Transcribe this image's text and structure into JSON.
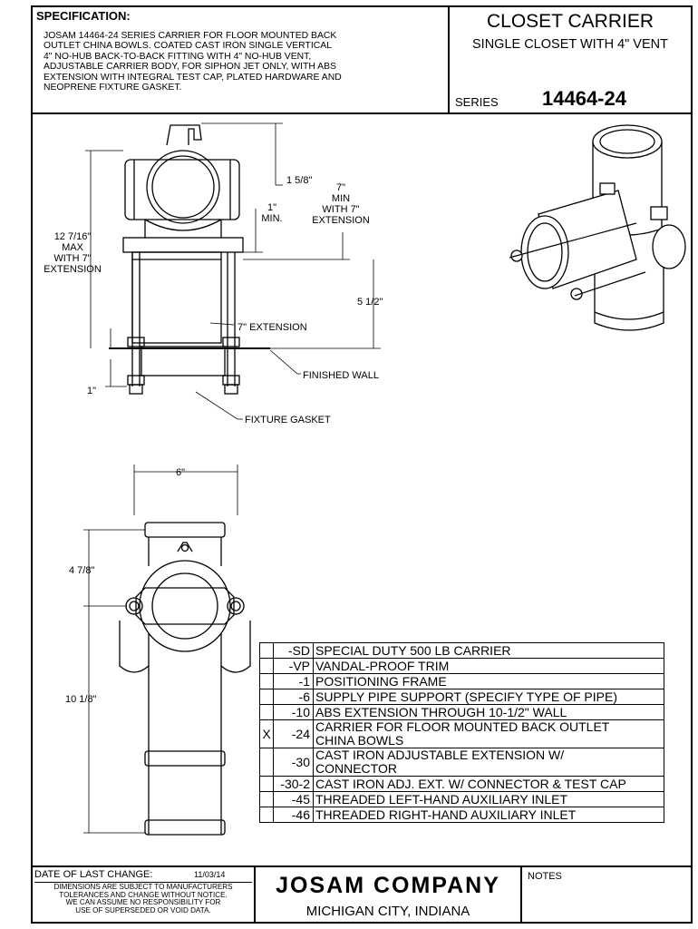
{
  "spec": {
    "title": "SPECIFICATION:",
    "lines": [
      "JOSAM 14464-24 SERIES CARRIER FOR FLOOR MOUNTED BACK",
      "OUTLET CHINA BOWLS. COATED CAST IRON SINGLE VERTICAL",
      "4\" NO-HUB BACK-TO-BACK FITTING WITH 4\" NO-HUB VENT,",
      "ADJUSTABLE CARRIER BODY, FOR SIPHON JET ONLY, WITH ABS",
      "EXTENSION WITH INTEGRAL TEST CAP, PLATED HARDWARE AND",
      "NEOPRENE FIXTURE GASKET."
    ]
  },
  "header": {
    "title": "CLOSET CARRIER",
    "subtitle": "SINGLE CLOSET WITH 4\" VENT",
    "series_label": "SERIES",
    "series_number": "14464-24"
  },
  "dimensions": {
    "d1": "1 5/8\"",
    "d2": [
      "7\"",
      "MIN",
      "WITH 7\"",
      "EXTENSION"
    ],
    "d3": [
      "1\"",
      "MIN."
    ],
    "d4": [
      "12 7/16\"",
      "MAX",
      "WITH 7\"",
      "EXTENSION"
    ],
    "d5": "5 1/2\"",
    "d6": "7\" EXTENSION",
    "d7": "FINISHED WALL",
    "d8": "1\"",
    "d9": "FIXTURE GASKET",
    "d10": "6\"",
    "d11": "4 7/8\"",
    "d12": "10 1/8\""
  },
  "options": [
    {
      "x": "",
      "code": "-SD",
      "desc": [
        "SPECIAL DUTY 500 LB CARRIER"
      ]
    },
    {
      "x": "",
      "code": "-VP",
      "desc": [
        "VANDAL-PROOF TRIM"
      ]
    },
    {
      "x": "",
      "code": "-1",
      "desc": [
        "POSITIONING FRAME"
      ]
    },
    {
      "x": "",
      "code": "-6",
      "desc": [
        "SUPPLY PIPE SUPPORT (SPECIFY TYPE OF PIPE)"
      ]
    },
    {
      "x": "",
      "code": "-10",
      "desc": [
        "ABS EXTENSION THROUGH 10-1/2\" WALL"
      ]
    },
    {
      "x": "X",
      "code": "-24",
      "desc": [
        "CARRIER FOR FLOOR MOUNTED BACK OUTLET",
        "CHINA BOWLS"
      ]
    },
    {
      "x": "",
      "code": "-30",
      "desc": [
        "CAST IRON ADJUSTABLE EXTENSION W/",
        "CONNECTOR"
      ]
    },
    {
      "x": "",
      "code": "-30-2",
      "desc": [
        "CAST IRON ADJ. EXT. W/ CONNECTOR & TEST CAP"
      ]
    },
    {
      "x": "",
      "code": "-45",
      "desc": [
        "THREADED LEFT-HAND AUXILIARY INLET"
      ]
    },
    {
      "x": "",
      "code": "-46",
      "desc": [
        "THREADED RIGHT-HAND AUXILIARY INLET"
      ]
    }
  ],
  "footer": {
    "date_label": "DATE OF LAST CHANGE:",
    "date": "11/03/14",
    "disclaimer": [
      "DIMENSIONS ARE SUBJECT TO MANUFACTURERS",
      "TOLERANCES AND CHANGE WITHOUT NOTICE.",
      "WE CAN ASSUME NO RESPONSIBILITY FOR",
      "USE OF SUPERSEDED OR VOID DATA."
    ],
    "company": "JOSAM COMPANY",
    "city": "MICHIGAN CITY, INDIANA",
    "notes_label": "NOTES"
  }
}
